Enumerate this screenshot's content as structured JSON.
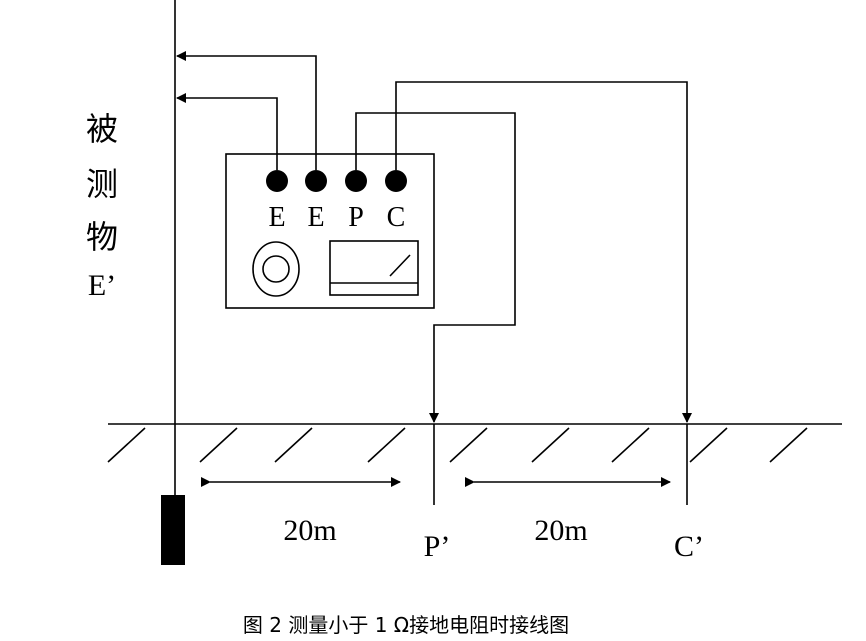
{
  "object_label": {
    "line1": "被",
    "line2": "测",
    "line3": "物",
    "line4": "E’"
  },
  "terminals": [
    "E",
    "E",
    "P",
    "C"
  ],
  "distance_left": "20m",
  "distance_right": "20m",
  "electrode_p_label": "P’",
  "electrode_c_label": "C’",
  "caption": "图 2  测量小于 1 Ω接地电阻时接线图",
  "colors": {
    "ink": "#000000",
    "background": "#ffffff"
  }
}
